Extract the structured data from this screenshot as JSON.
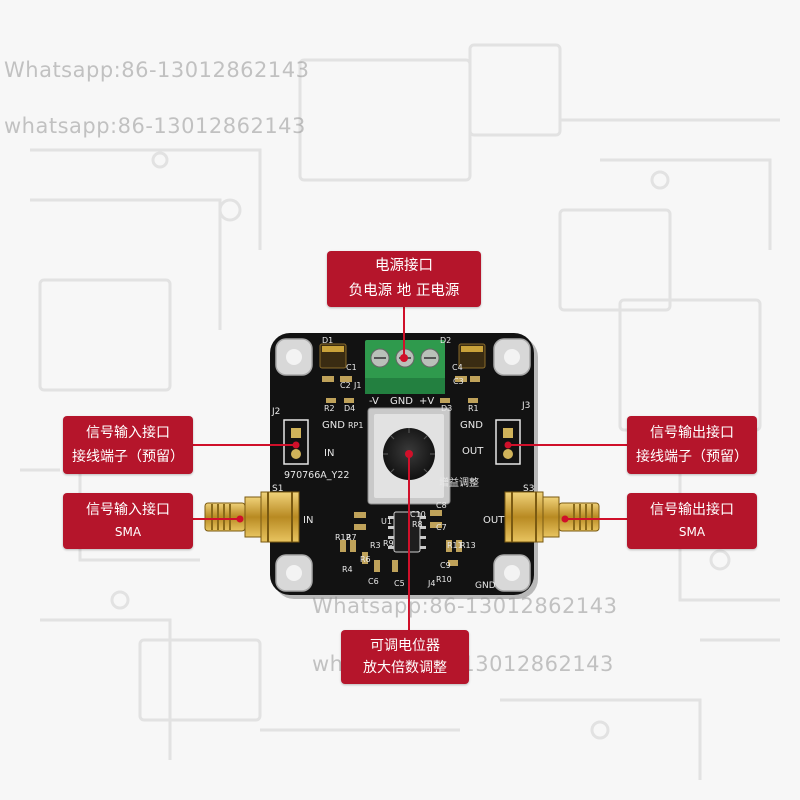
{
  "watermarks": [
    "Whatsapp:86-13012862143",
    "whatsapp:86-13012862143",
    "Whatsapp:86-13012862143",
    "whatsapp:86-13012862143"
  ],
  "callouts": {
    "power": {
      "line1": "电源接口",
      "line2": "负电源  地  正电源"
    },
    "signal_in_terminal": {
      "line1": "信号输入接口",
      "line2": "接线端子（预留）"
    },
    "signal_out_terminal": {
      "line1": "信号输出接口",
      "line2": "接线端子（预留）"
    },
    "signal_in_sma": {
      "line1": "信号输入接口",
      "line2": "SMA"
    },
    "signal_out_sma": {
      "line1": "信号输出接口",
      "line2": "SMA"
    },
    "potentiometer": {
      "line1": "可调电位器",
      "line2": "放大倍数调整"
    }
  },
  "board": {
    "power_pins": {
      "neg": "-V",
      "gnd": "GND",
      "pos": "+V"
    },
    "j2": "J2",
    "j3": "J3",
    "j4": "GND",
    "gnd_left": "GND",
    "in_label": "IN",
    "gnd_right": "GND",
    "out_label": "OUT",
    "s1": "S1",
    "s3": "S3",
    "in_sma": "IN",
    "out_sma": "OUT",
    "model": "970766A_Y22",
    "gain_adjust": "增益调整",
    "rp1": "RP1",
    "refs": [
      "D1",
      "D2",
      "C1",
      "C4",
      "C2",
      "C3",
      "J1",
      "R2",
      "D4",
      "D3",
      "R1",
      "U1",
      "R8",
      "C8",
      "C10",
      "C7",
      "R9",
      "R12",
      "R7",
      "R11",
      "R13",
      "R3",
      "R6",
      "R4",
      "C6",
      "C5",
      "C9",
      "R10",
      "J4"
    ]
  },
  "colors": {
    "callout_bg": "#b5152b",
    "pcb": "#121212",
    "terminal_green": "#2f9a4d",
    "gold": "#c9a23a",
    "leader": "#d0102a"
  }
}
